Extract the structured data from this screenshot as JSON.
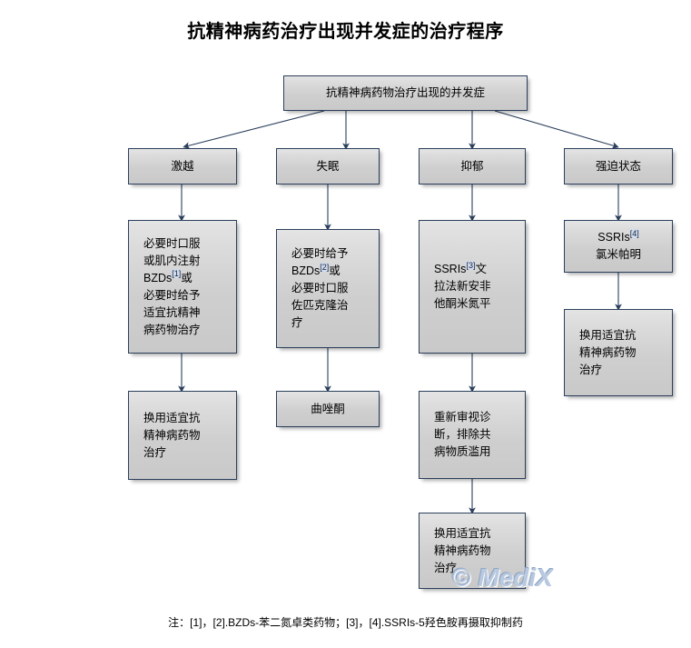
{
  "title": "抗精神病药治疗出现并发症的治疗程序",
  "root": {
    "label": "抗精神病药物治疗出现的并发症"
  },
  "branches": [
    {
      "heading": "激越",
      "steps": [
        {
          "text_before": "必要时口服\n或肌内注射\nBZDs",
          "ref": "[1]",
          "text_after": "或\n必要时给予\n适宜抗精神\n病药物治疗"
        },
        {
          "text_before": "换用适宜抗\n精神病药物\n治疗",
          "ref": "",
          "text_after": ""
        }
      ]
    },
    {
      "heading": "失眠",
      "steps": [
        {
          "text_before": "必要时给予\nBZDs",
          "ref": "[2]",
          "text_after": "或\n必要时口服\n佐匹克隆治\n疗"
        },
        {
          "text_before": "曲唑酮",
          "ref": "",
          "text_after": ""
        }
      ]
    },
    {
      "heading": "抑郁",
      "steps": [
        {
          "text_before": "SSRIs",
          "ref": "[3]",
          "text_after": "文\n拉法新安非\n他酮米氮平"
        },
        {
          "text_before": "重新审视诊\n断，排除共\n病物质滥用",
          "ref": "",
          "text_after": ""
        },
        {
          "text_before": "换用适宜抗\n精神病药物\n治疗",
          "ref": "",
          "text_after": ""
        }
      ]
    },
    {
      "heading": "强迫状态",
      "steps": [
        {
          "text_before": "SSRIs",
          "ref": "[4]",
          "text_after": "\n氯米帕明"
        },
        {
          "text_before": "换用适宜抗\n精神病药物\n治疗",
          "ref": "",
          "text_after": ""
        }
      ]
    }
  ],
  "footnote": "注：[1]，[2].BZDs-苯二氮卓类药物；[3]，[4].SSRIs-5羟色胺再摄取抑制药",
  "watermark": {
    "mark": "©",
    "text": "MediX"
  },
  "colors": {
    "box_border": "#2b3f5c",
    "box_fill_top": "#e4e4e4",
    "box_fill_bottom": "#c9c9c9",
    "connector": "#2b3f5c",
    "ref_bg": "#d3dcea",
    "watermark": "#b9c9e0"
  }
}
